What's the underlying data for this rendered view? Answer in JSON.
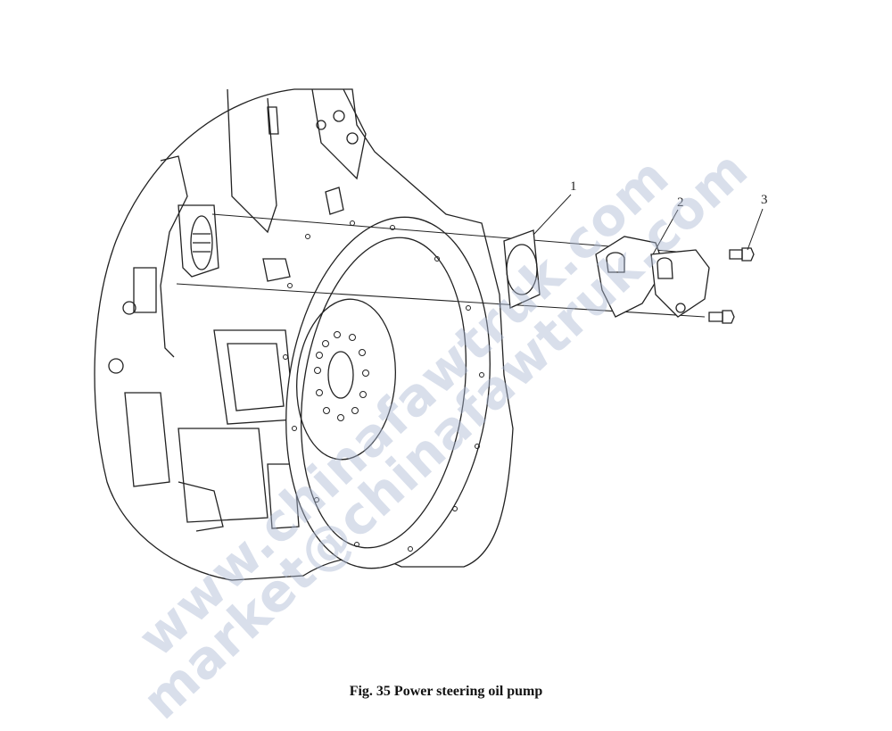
{
  "figure": {
    "caption": "Fig. 35 Power steering oil pump",
    "callouts": [
      "1",
      "2",
      "3"
    ]
  },
  "watermark": {
    "line1": "www.chinafawtruk.com",
    "line2": "market@chinafawtruk.com"
  }
}
